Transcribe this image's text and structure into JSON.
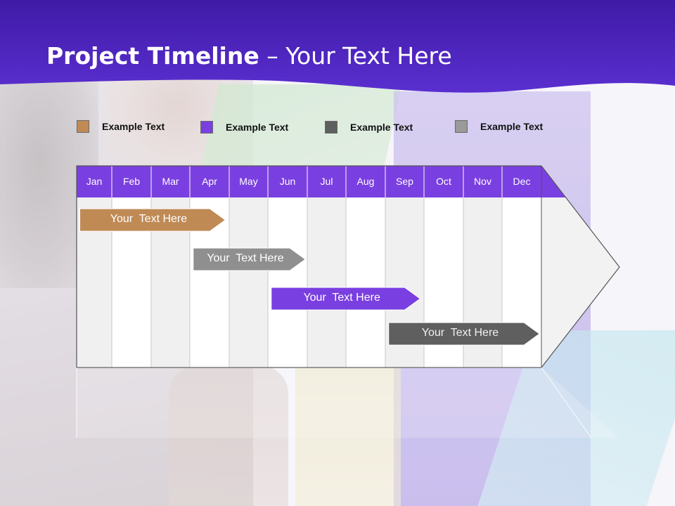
{
  "title": {
    "main": "Project Timeline",
    "rest": " – Your Text Here"
  },
  "colors": {
    "header_purple": "#5a2fd0",
    "header_purple_dark": "#3f1aa6",
    "month_band": "#7a3fe0",
    "tan": "#c08a55",
    "purple": "#7a3fe0",
    "dark_gray": "#5f5f5f",
    "gray": "#9a9a9a"
  },
  "legend": [
    {
      "label": "Example Text",
      "color": "#c08a55"
    },
    {
      "label": "Example Text",
      "color": "#7a3fe0"
    },
    {
      "label": "Example Text",
      "color": "#5f5f5f"
    },
    {
      "label": "Example Text",
      "color": "#9a9a9a"
    }
  ],
  "chart_data": {
    "type": "gantt",
    "months": [
      "Jan",
      "Feb",
      "Mar",
      "Apr",
      "May",
      "Jun",
      "Jul",
      "Aug",
      "Sep",
      "Oct",
      "Nov",
      "Dec"
    ],
    "tasks": [
      {
        "label": "Your  Text Here",
        "start": 0.05,
        "end": 3.9,
        "color": "#c08a55",
        "text_color": "#ffffff"
      },
      {
        "label": "Your  Text Here",
        "start": 3.05,
        "end": 5.95,
        "color": "#8f8f8f",
        "text_color": "#ffffff"
      },
      {
        "label": "Your  Text Here",
        "start": 5.05,
        "end": 8.9,
        "color": "#7a3fe0",
        "text_color": "#ffffff"
      },
      {
        "label": "Your  Text Here",
        "start": 8.05,
        "end": 11.95,
        "color": "#5f5f5f",
        "text_color": "#f0f0f0"
      }
    ]
  }
}
